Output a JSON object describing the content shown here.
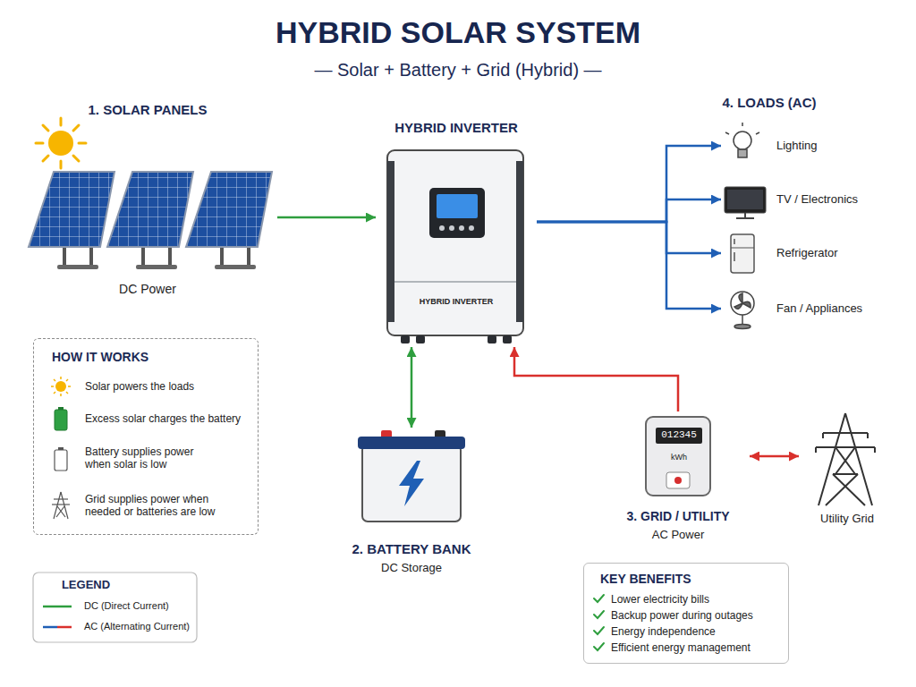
{
  "diagram": {
    "title": "HYBRID SOLAR SYSTEM",
    "nodes": [
      {
        "text": [
          "1. SOLAR PANELS",
          "DC Power"
        ]
      },
      {
        "text": [
          "HYBRID INVERTER",
          "HYBRID INVERTER"
        ]
      },
      {
        "text": [
          "Lighting"
        ]
      },
      {
        "text": [
          "TV / Electronics"
        ]
      },
      {
        "text": [
          "Refrigerator"
        ]
      },
      {
        "text": [
          "Fan / Appliances"
        ]
      },
      {
        "text": [
          "2. BATTERY BANK",
          "DC Storage"
        ]
      },
      {
        "text": [
          "012345",
          "kWh",
          "3. GRID / UTILITY",
          "AC Power"
        ]
      },
      {
        "text": [
          "Utility Grid"
        ]
      },
      {
        "text": [
          "HOW IT WORKS",
          "Solar powers the loads",
          "Excess solar charges the battery",
          "Battery supplies power when solar is low",
          "Grid supplies power when needed or batteries are low"
        ]
      },
      {
        "text": [
          "KEY BENEFITS",
          "Lower electricity bills",
          "Backup power during outages",
          "Energy independence",
          "Efficient energy management"
        ]
      }
    ],
    "edges": [
      {
        "from": 0,
        "to": 1,
        "arrow": "to"
      },
      {
        "from": 1,
        "to": 2,
        "arrow": "to"
      },
      {
        "from": 1,
        "to": 3,
        "arrow": "to"
      },
      {
        "from": 1,
        "to": 4,
        "arrow": "to"
      },
      {
        "from": 1,
        "to": 5,
        "arrow": "to"
      },
      {
        "from": 6,
        "to": 1,
        "arrow": "both"
      },
      {
        "from": 7,
        "to": 1,
        "arrow": "to"
      },
      {
        "from": 7,
        "to": 8,
        "arrow": "both"
      }
    ],
    "labels": [
      "— Solar + Battery + Grid (Hybrid) —",
      "4. LOADS (AC)",
      "LEGEND"
    ],
    "legend": [
      {
        "text": "DC (Direct Current)"
      },
      {
        "text": "AC (Alternating Current)"
      }
    ]
  }
}
